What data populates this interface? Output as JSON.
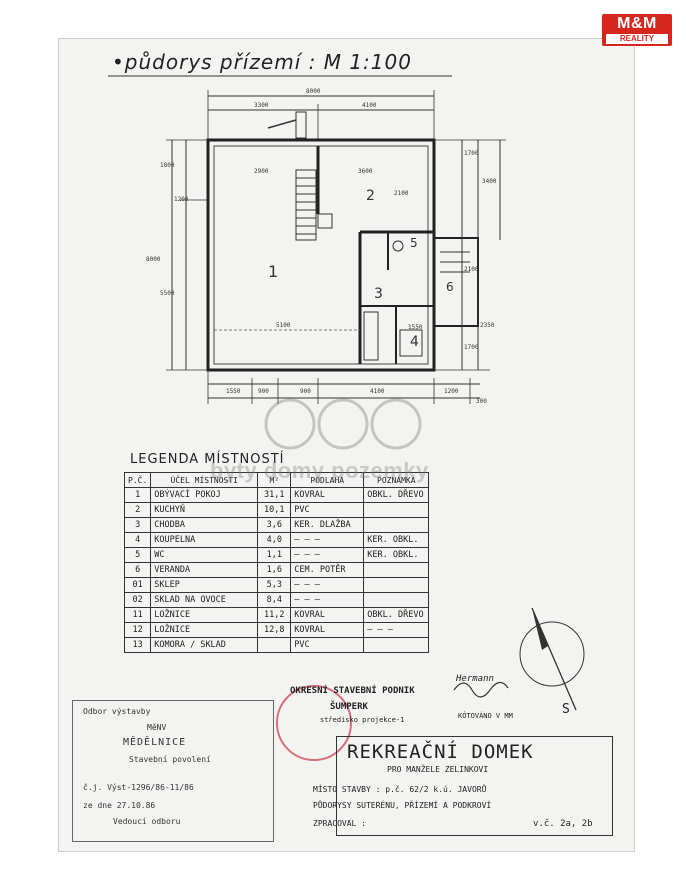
{
  "logo": {
    "top": "M&M",
    "bottom": "REALITY"
  },
  "header": {
    "title": "•půdorys přízemí : M 1:100"
  },
  "plan": {
    "rooms": [
      "1",
      "2",
      "3",
      "4",
      "5",
      "6"
    ],
    "dims_top": [
      "8000",
      "3300",
      "4100"
    ],
    "dims_bottom": [
      "1550",
      "900",
      "900",
      "4100",
      "1200",
      "300"
    ],
    "dims_left": [
      "1800",
      "1200",
      "8000",
      "5500"
    ],
    "dims_right": [
      "1700",
      "3400",
      "2100",
      "2350",
      "1700"
    ],
    "inner": [
      "2900",
      "3600",
      "5100",
      "2100",
      "1550"
    ]
  },
  "legend": {
    "title": "LEGENDA MÍSTNOSTÍ",
    "columns": [
      "P.Č.",
      "ÚČEL MÍSTNOSTI",
      "M²",
      "PODLAHA",
      "POZNÁMKA"
    ],
    "rows": [
      [
        "1",
        "OBÝVACÍ POKOJ",
        "31,1",
        "KOVRAL",
        "OBKL. DŘEVO"
      ],
      [
        "2",
        "KUCHYŇ",
        "10,1",
        "PVC",
        ""
      ],
      [
        "3",
        "CHODBA",
        "3,6",
        "KER. DLAŽBA",
        ""
      ],
      [
        "4",
        "KOUPELNA",
        "4,0",
        "— — —",
        "KER. OBKL."
      ],
      [
        "5",
        "WC",
        "1,1",
        "— — —",
        "KER. OBKL."
      ],
      [
        "6",
        "VERANDA",
        "1,6",
        "CEM. POTĚR",
        ""
      ],
      [
        "01",
        "SKLEP",
        "5,3",
        "— — —",
        ""
      ],
      [
        "02",
        "SKLAD NA OVOCE",
        "8,4",
        "— — —",
        ""
      ],
      [
        "11",
        "LOŽNICE",
        "11,2",
        "KOVRAL",
        "OBKL. DŘEVO"
      ],
      [
        "12",
        "LOŽNICE",
        "12,8",
        "KOVRAL",
        "— — —"
      ],
      [
        "13",
        "KOMORA / SKLAD",
        "",
        "PVC",
        ""
      ]
    ]
  },
  "watermark": "byty domy pozemky",
  "permit": {
    "line1": "Odbor výstavby",
    "line2": "MěNV",
    "line3": "MĚDĚLNICE",
    "line4": "Stavební povolení",
    "line5": "č.j. Výst-1296/86-11/86",
    "line6": "ze dne 27.10.86",
    "line7": "Vedoucí odboru"
  },
  "office": {
    "line1": "OKRESNÍ STAVEBNÍ PODNIK",
    "line2": "ŠUMPERK",
    "line3": "středisko projekce-1",
    "note": "KÓTOVÁNO V MM",
    "signature": "Hermann"
  },
  "title_block": {
    "title": "REKREAČNÍ DOMEK",
    "subtitle": "PRO MANŽELE ZELINKOVI",
    "site": "MÍSTO STAVBY :  p.č. 62/2   k.ú. JAVORŮ",
    "drawing": "PŮDORYSY SUTERÉNU, PŘÍZEMÍ A PODKROVÍ",
    "drawn": "ZPRACOVAL :",
    "sheet": "v.č. 2a, 2b"
  },
  "compass": {
    "label": "S"
  }
}
